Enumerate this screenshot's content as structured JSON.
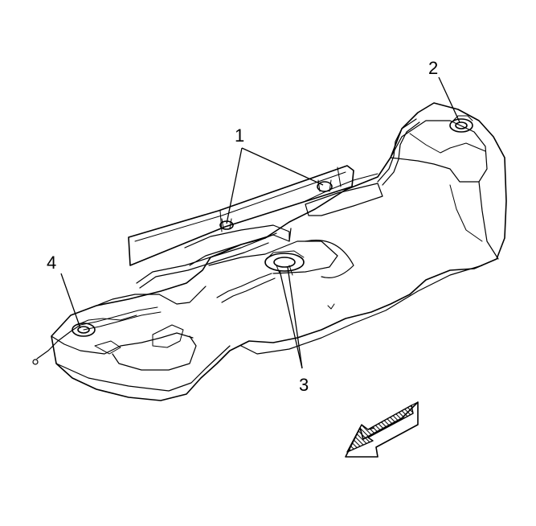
{
  "diagram": {
    "callouts": [
      {
        "id": "1",
        "label": "1"
      },
      {
        "id": "2",
        "label": "2"
      },
      {
        "id": "3",
        "label": "3"
      },
      {
        "id": "4",
        "label": "4"
      }
    ],
    "direction_arrow": {
      "icon": "front-direction-arrow-icon"
    },
    "colors": {
      "line": "#000000",
      "background": "#ffffff",
      "arrow_hatch": "#000000"
    }
  }
}
